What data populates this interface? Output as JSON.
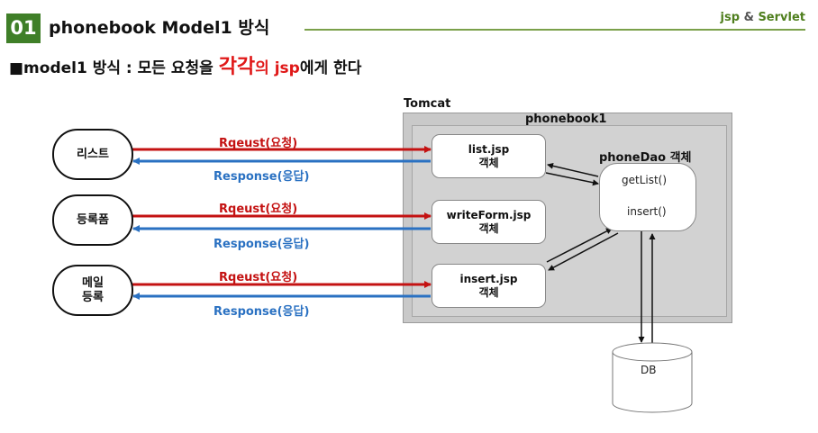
{
  "header": {
    "badge": "01",
    "title": "phonebook Model1 방식",
    "brand_jsp": "jsp",
    "brand_amp": " & ",
    "brand_servlet": "Servlet"
  },
  "subtitle": {
    "prefix": "■model1 방식 : 모든 요청을 ",
    "highlight": "각각",
    "mid": "의 ",
    "jsp": "jsp",
    "suffix": "에게 한다"
  },
  "diagram": {
    "tomcat_label": "Tomcat",
    "app_label": "phonebook1",
    "clients": [
      {
        "line1": "리스트",
        "line2": ""
      },
      {
        "line1": "등록폼",
        "line2": ""
      },
      {
        "line1": "메일",
        "line2": "등록"
      }
    ],
    "request_label": "Rqeust(요청)",
    "response_label": "Response(응답)",
    "jsp_pages": [
      {
        "name": "list.jsp",
        "sub": "객체"
      },
      {
        "name": "writeForm.jsp",
        "sub": "객체"
      },
      {
        "name": "insert.jsp",
        "sub": "객체"
      }
    ],
    "dao": {
      "title": "phoneDao 객체",
      "methods": [
        "getList()",
        "insert()"
      ]
    },
    "db_label": "DB",
    "colors": {
      "request": "#c41212",
      "response": "#2a71c2"
    }
  }
}
